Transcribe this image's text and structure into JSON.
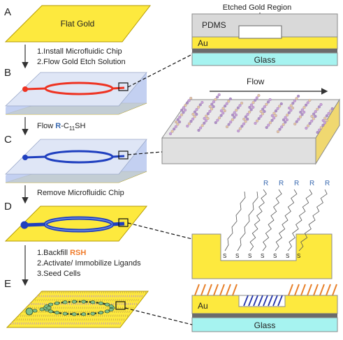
{
  "step_letters": [
    "A",
    "B",
    "C",
    "D",
    "E"
  ],
  "steps": {
    "a": {
      "plate_label": "Flat Gold"
    },
    "ab": {
      "line1": "1.Install Microfluidic Chip",
      "line2": "2.Flow Gold Etch Solution"
    },
    "bc": {
      "prefix": "Flow ",
      "r": "R",
      "mid": "-C",
      "sub": "11",
      "suffix": "SH"
    },
    "cd": {
      "label": "Remove Microfluidic Chip"
    },
    "de": {
      "line1_prefix": "1.Backfill ",
      "line1_rsh": "RSH",
      "line2": "2.Activate/ Immobilize Ligands",
      "line3": "3.Seed Cells"
    }
  },
  "cross_section_top": {
    "callout": "Etched Gold Region",
    "pdms": "PDMS",
    "au": "Au",
    "glass": "Glass"
  },
  "flow_label": "Flow",
  "thiol_detail": {
    "r_labels": [
      "R",
      "R",
      "R",
      "R",
      "R"
    ],
    "s_labels": [
      "S",
      "S",
      "S",
      "S",
      "S",
      "S",
      "S"
    ]
  },
  "cross_section_bottom": {
    "au": "Au",
    "glass": "Glass"
  },
  "colors": {
    "gold": "#fde93e",
    "gold_stroke": "#b59b00",
    "glass": "#a6f3f0",
    "pdms": "#d9d9d9",
    "channel_red": "#ee3322",
    "channel_blue": "#1f3fbf",
    "r_blue": "#3a6ab0",
    "rsh_orange": "#f07b2a",
    "ligand_orange": "#e8802a",
    "chain_blue": "#2233aa"
  }
}
